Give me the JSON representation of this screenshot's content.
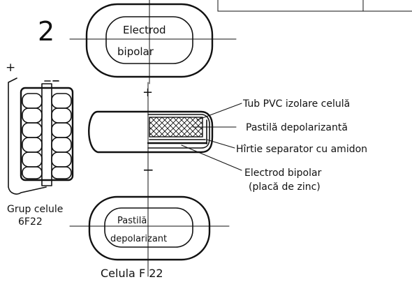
{
  "figure_number": "2",
  "cell_labels": {
    "top_electrode": [
      "Electrod",
      "bipolar"
    ],
    "bottom_pellet": [
      "Pastilă",
      "depolarizant"
    ]
  },
  "polarity": {
    "plus": "+",
    "minus": "−"
  },
  "callouts": [
    "Tub PVC izolare celulă",
    "Pastilă depolarizantă",
    "Hîrtie separator cu amidon",
    "Electrod bipolar",
    "(placă de zinc)"
  ],
  "captions": {
    "group_line1": "Grup celule",
    "group_line2": "6F22",
    "cell": "Celula F 22"
  }
}
